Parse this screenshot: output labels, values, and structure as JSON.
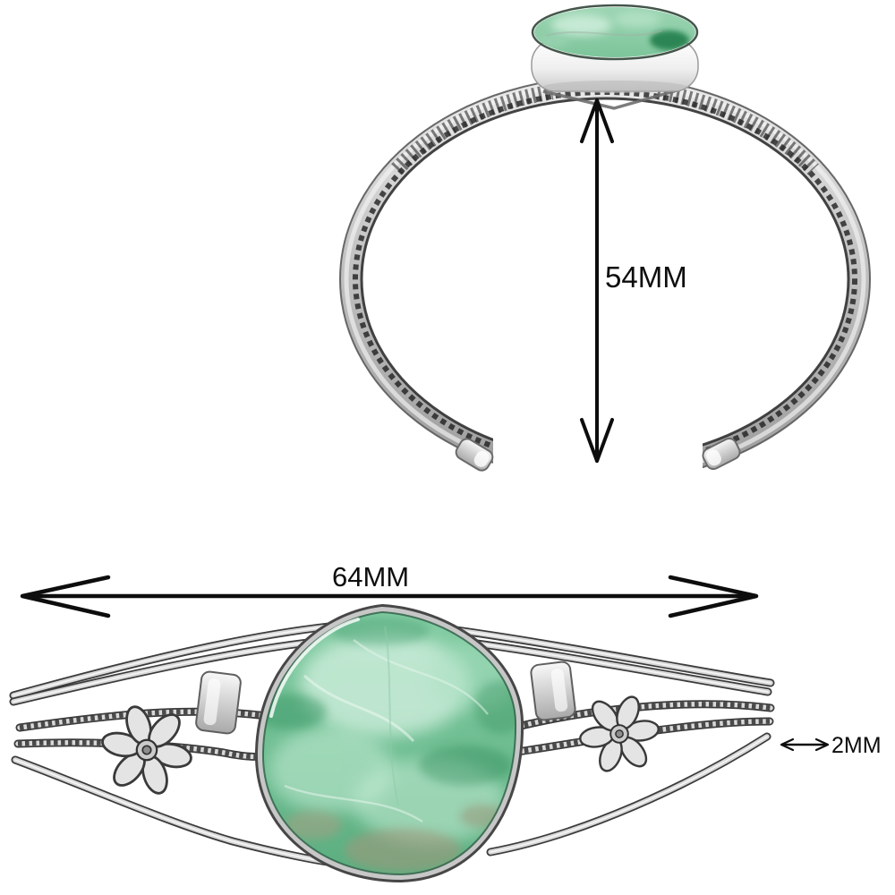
{
  "annotations": {
    "arrow_color": "#0d0d0d",
    "height": {
      "label": "54MM"
    },
    "width": {
      "label": "64MM"
    },
    "thickness": {
      "label": "2MM"
    }
  },
  "colors": {
    "background": "#ffffff",
    "stone_top_light": "#9ed6b4",
    "stone_top_base": "#7cc49a",
    "stone_front_top": "#87cfa6",
    "stone_front_base": "#6fbe92",
    "stone_front_bottom": "#5aad7f",
    "stone_light_patch": "#cfeedd",
    "stone_dark_patch": "#2f8f58",
    "stone_beige_patch": "#a3967a",
    "metal_light": "#f5f5f5",
    "metal_mid": "#c2c2c2",
    "metal_dark": "#3b3b3b"
  }
}
